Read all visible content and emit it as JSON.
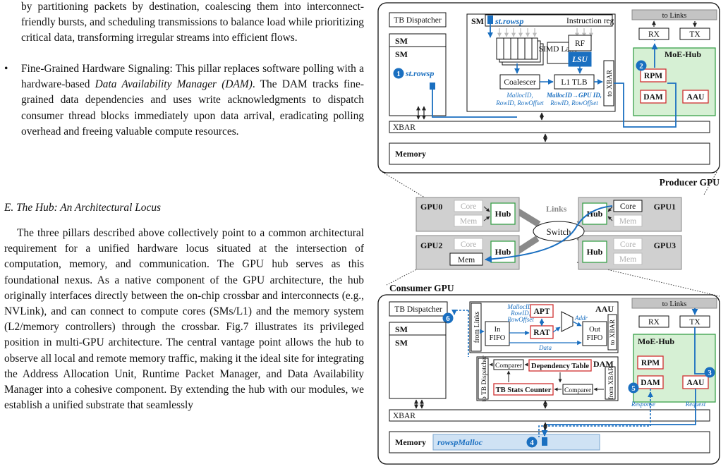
{
  "text": {
    "para1_cont": "by partitioning packets by destination, coalescing them into interconnect-friendly bursts, and scheduling transmissions to balance load while prioritizing critical data, transforming irregular streams into efficient flows.",
    "bullet2_pre": "Fine-Grained Hardware Signaling: This pillar replaces software polling with a hardware-based ",
    "bullet2_em": "Data Availability Manager (DAM)",
    "bullet2_post": ". The DAM tracks fine-grained data dependencies and uses write acknowledgments to dispatch consumer thread blocks immediately upon data arrival, eradicating polling overhead and freeing valuable compute resources.",
    "section_heading": "E. The Hub: An Architectural Locus",
    "para2": "The three pillars described above collectively point to a common architectural requirement for a unified hardware locus situated at the intersection of computation, memory, and communication. The GPU hub serves as this foundational nexus. As a native component of the GPU architecture, the hub originally interfaces directly between the on-chip crossbar and interconnects (e.g., NVLink), and can connect to compute cores (SMs/L1) and the memory system (L2/memory controllers) through the crossbar. Fig.7 illustrates its privileged position in multi-GPU architecture. The central vantage point allows the hub to observe all local and remote memory traffic, making it the ideal site for integrating the Address Allocation Unit, Runtime Packet Manager, and Data Availability Manager into a cohesive component. By extending the hub with our modules, we establish a unified substrate that seamlessly"
  },
  "figure": {
    "colors": {
      "accent_blue": "#1a6fc0",
      "hub_green": "#d6f0d4",
      "hub_border": "#3aa04a",
      "red_border": "#d03030",
      "gpu_gray": "#d0d0d0",
      "bar_gray": "#c4c4c4"
    },
    "producer": {
      "label": "Producer GPU",
      "tb_dispatcher": "TB Dispatcher",
      "sm": "SM",
      "st_rowsp": "st.rowsp",
      "instruction_reg": "Instruction reg",
      "simd_lane": "SIMD Lane",
      "rf": "RF",
      "lsu": "LSU",
      "coalescer": "Coalescer",
      "l1_tlb": "L1 TLB",
      "malloc_left": [
        "MallocID,",
        "RowID, RowOffset"
      ],
      "malloc_right": [
        "MallocID→GPU ID,",
        "RowID, RowOffset"
      ],
      "to_xbar": "to XBAR",
      "xbar": "XBAR",
      "memory": "Memory",
      "to_links": "to Links",
      "rx": "RX",
      "tx": "TX",
      "moe_hub": "MoE-Hub",
      "rpm": "RPM",
      "dam": "DAM",
      "aau": "AAU"
    },
    "network": {
      "gpus": [
        {
          "name": "GPU0",
          "core": "Core",
          "mem": "Mem",
          "hub": "Hub"
        },
        {
          "name": "GPU1",
          "core": "Core",
          "mem": "Mem",
          "hub": "Hub"
        },
        {
          "name": "GPU2",
          "core": "Core",
          "mem": "Mem",
          "hub": "Hub"
        },
        {
          "name": "GPU3",
          "core": "Core",
          "mem": "Mem",
          "hub": "Hub"
        }
      ],
      "links": "Links",
      "switch": "Switch"
    },
    "consumer": {
      "label": "Consumer GPU",
      "tb_dispatcher": "TB Dispatcher",
      "sm": "SM",
      "aau": "AAU",
      "from_links": "from Links",
      "in_fifo": [
        "In",
        "FIFO"
      ],
      "out_fifo": [
        "Out",
        "FIFO"
      ],
      "apt": "APT",
      "rat": "RAT",
      "addr": "Addr",
      "data": "Data",
      "malloc_id": [
        "MallocID,",
        "RowID,",
        "RowOffset"
      ],
      "to_xbar": "to XBAR",
      "dam": "DAM",
      "to_tb_dispatcher": "to TB Dispatcher",
      "comparer": "Comparer",
      "dependency_table": "Dependency Table",
      "tb_stats_counter": "TB Stats Counter",
      "from_xbar": "from XBAR",
      "to_links": "to Links",
      "rx": "RX",
      "tx": "TX",
      "moe_hub": "MoE-Hub",
      "rpm": "RPM",
      "dam_small": "DAM",
      "aau_small": "AAU",
      "response": "Response",
      "request": "Request",
      "xbar": "XBAR",
      "memory": "Memory",
      "rowsp_malloc": "rowspMalloc"
    },
    "steps": [
      "1",
      "2",
      "3",
      "4",
      "5",
      "6"
    ]
  }
}
